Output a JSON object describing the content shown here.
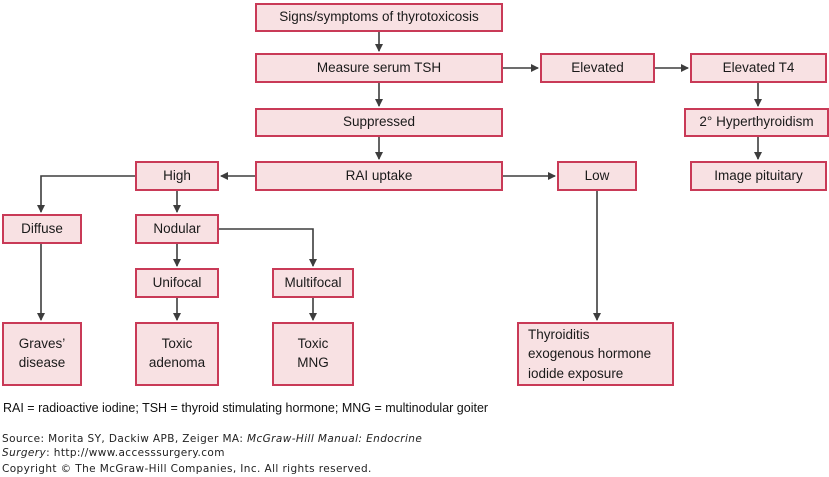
{
  "colors": {
    "box_border": "#c93a57",
    "box_fill": "#f8e1e3",
    "arrow": "#3d3d3d",
    "text": "#1a1a1a"
  },
  "nodes": {
    "signs": {
      "label": "Signs/symptoms of thyrotoxicosis"
    },
    "measure_tsh": {
      "label": "Measure serum TSH"
    },
    "elevated": {
      "label": "Elevated"
    },
    "elevated_t4": {
      "label": "Elevated T4"
    },
    "suppressed": {
      "label": "Suppressed"
    },
    "secondary_hyperthyroidism": {
      "label": "2° Hyperthyroidism"
    },
    "rai_uptake": {
      "label": "RAI uptake"
    },
    "high": {
      "label": "High"
    },
    "low": {
      "label": "Low"
    },
    "image_pituitary": {
      "label": "Image pituitary"
    },
    "diffuse": {
      "label": "Diffuse"
    },
    "nodular": {
      "label": "Nodular"
    },
    "unifocal": {
      "label": "Unifocal"
    },
    "multifocal": {
      "label": "Multifocal"
    },
    "graves_disease": {
      "label": "Graves’\ndisease"
    },
    "toxic_adenoma": {
      "label": "Toxic\nadenoma"
    },
    "toxic_mng": {
      "label": "Toxic\nMNG"
    },
    "thyroiditis": {
      "label": "Thyroiditis\nexogenous hormone\niodide exposure"
    }
  },
  "footnote": "RAI = radioactive iodine; TSH = thyroid stimulating hormone; MNG = multinodular goiter",
  "source": {
    "line1_prefix": "Source: Morita SY, Dackiw APB, Zeiger MA: ",
    "line1_italic": "McGraw-Hill Manual: Endocrine",
    "line2_italic": "Surgery",
    "line2_suffix": ": http://www.accesssurgery.com"
  },
  "copyright": "Copyright © The McGraw-Hill Companies, Inc. All rights reserved."
}
